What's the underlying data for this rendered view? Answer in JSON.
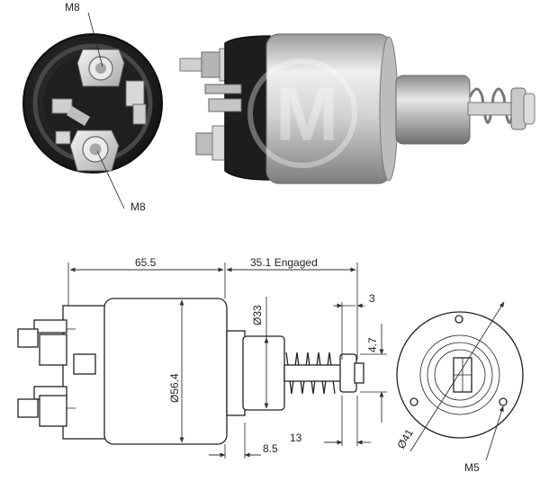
{
  "photo": {
    "callouts": {
      "terminal_top": "M8",
      "terminal_bottom": "M8"
    },
    "colors": {
      "cap": "#1c1c1c",
      "cap_ring": "#3a3a3a",
      "body_light": "#e4e4e4",
      "body_mid": "#bdbdbd",
      "body_dark": "#8c8c8c",
      "brass": "#c9b06a"
    },
    "watermark_text": "M"
  },
  "drawing": {
    "dimensions": {
      "body_length": "65.5",
      "plunger_travel": "35.1 Engaged",
      "body_diameter": "Ø56.4",
      "shaft_diameter": "Ø33",
      "tip_width": "3",
      "tip_offset": "4.7",
      "spring_offset": "13",
      "collar_width": "8.5",
      "bolt_circle": "Ø41",
      "mount_thread": "M5"
    }
  }
}
